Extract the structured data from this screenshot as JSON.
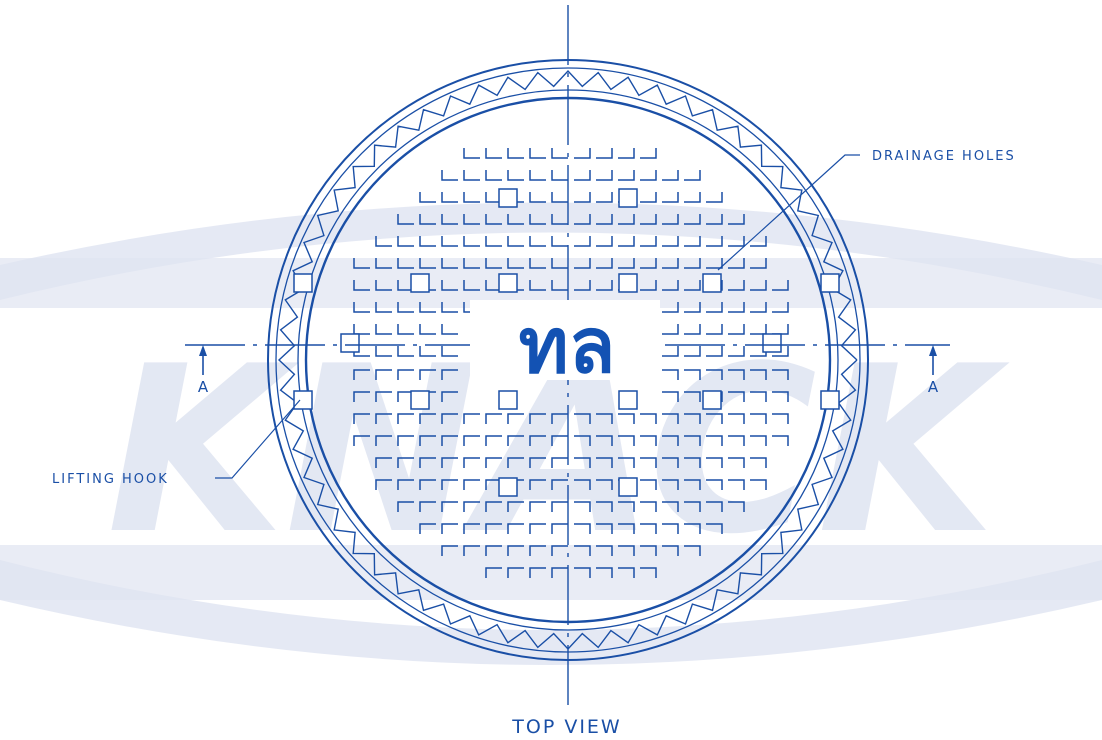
{
  "watermark": {
    "text": "KNACK",
    "color": "#dfe4f1"
  },
  "colors": {
    "line": "#1a4fa6",
    "logo": "#1352b3",
    "watermark": "#dfe4f1",
    "text": "#1a4fa6"
  },
  "labels": {
    "drainage_holes": "DRAINAGE HOLES",
    "lifting_hook": "LIFTING HOOK",
    "section_left": "A",
    "section_right": "A",
    "view_title": "TOP VIEW"
  },
  "logo": {
    "text": "ทล"
  }
}
